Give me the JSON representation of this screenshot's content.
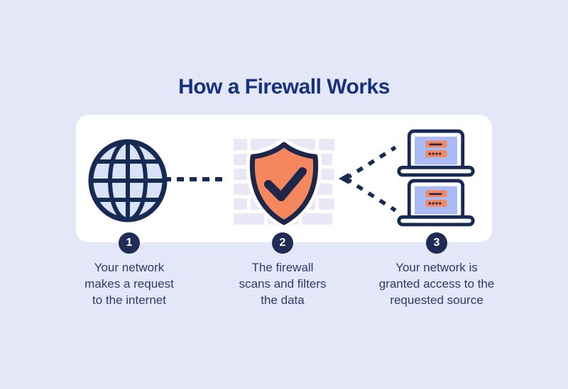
{
  "title": "How a Firewall Works",
  "colors": {
    "background": "#E3E7F8",
    "card": "#FFFFFF",
    "title_text": "#17317E",
    "body_text": "#2B3C6B",
    "step_circle": "#1F2C55",
    "icon_navy_stroke": "#172A54",
    "globe_fill": "#D9E2F7",
    "shield_orange": "#F5875F",
    "brick_lavender": "#EAE7F7",
    "laptop_screen": "#A9BAF4"
  },
  "icons": {
    "step1": "globe-icon",
    "step2": "shield-check-icon",
    "step2_background": "brick-wall-pattern",
    "step3": "laptop-icons",
    "connector1": "horizontal-dashed-line",
    "connector2": "branching-dashed-arrow"
  },
  "steps": [
    {
      "number": "1",
      "line1": "Your network",
      "line2": "makes a request",
      "line3": "to the internet"
    },
    {
      "number": "2",
      "line1": "The firewall",
      "line2": "scans and filters",
      "line3": "the data"
    },
    {
      "number": "3",
      "line1": "Your network is",
      "line2": "granted access to the",
      "line3": "requested source"
    }
  ]
}
